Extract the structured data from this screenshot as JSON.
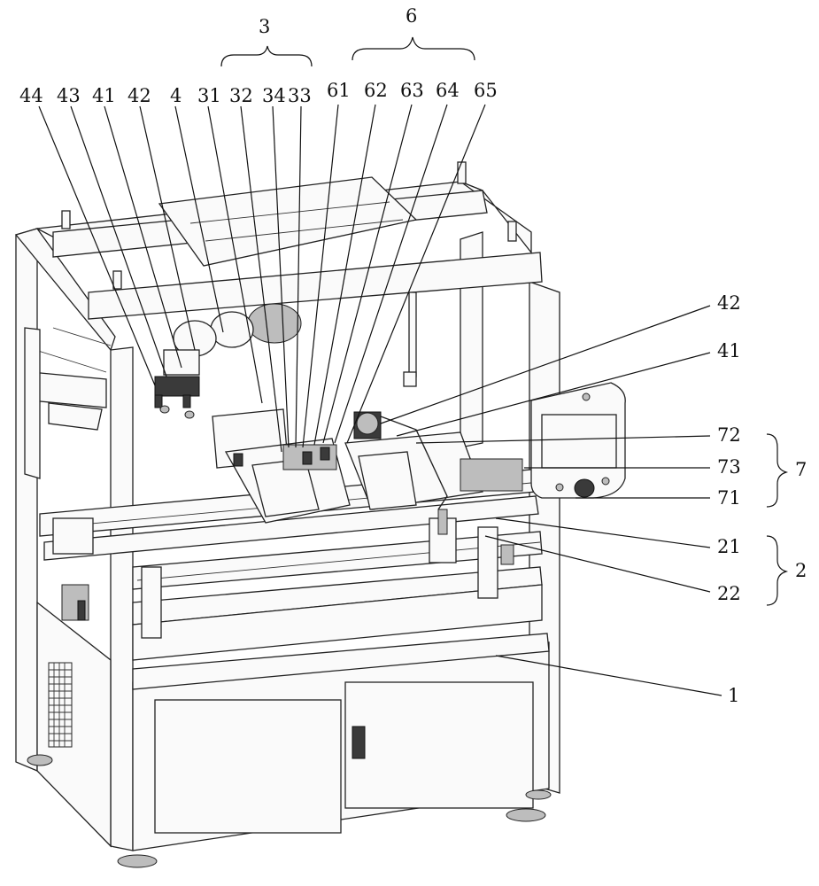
{
  "labels": {
    "l44": "44",
    "l43": "43",
    "l41a": "41",
    "l42a": "42",
    "l4": "4",
    "l31": "31",
    "l32": "32",
    "l34": "34",
    "l33": "33",
    "l61": "61",
    "l62": "62",
    "l63": "63",
    "l64": "64",
    "l65": "65",
    "g3": "3",
    "g6": "6",
    "l42b": "42",
    "l41b": "41",
    "l72": "72",
    "l73": "73",
    "l71": "71",
    "l21": "21",
    "l22": "22",
    "l1": "1",
    "g7": "7",
    "g2": "2"
  },
  "colors": {
    "line": "#111111",
    "background": "#ffffff"
  }
}
